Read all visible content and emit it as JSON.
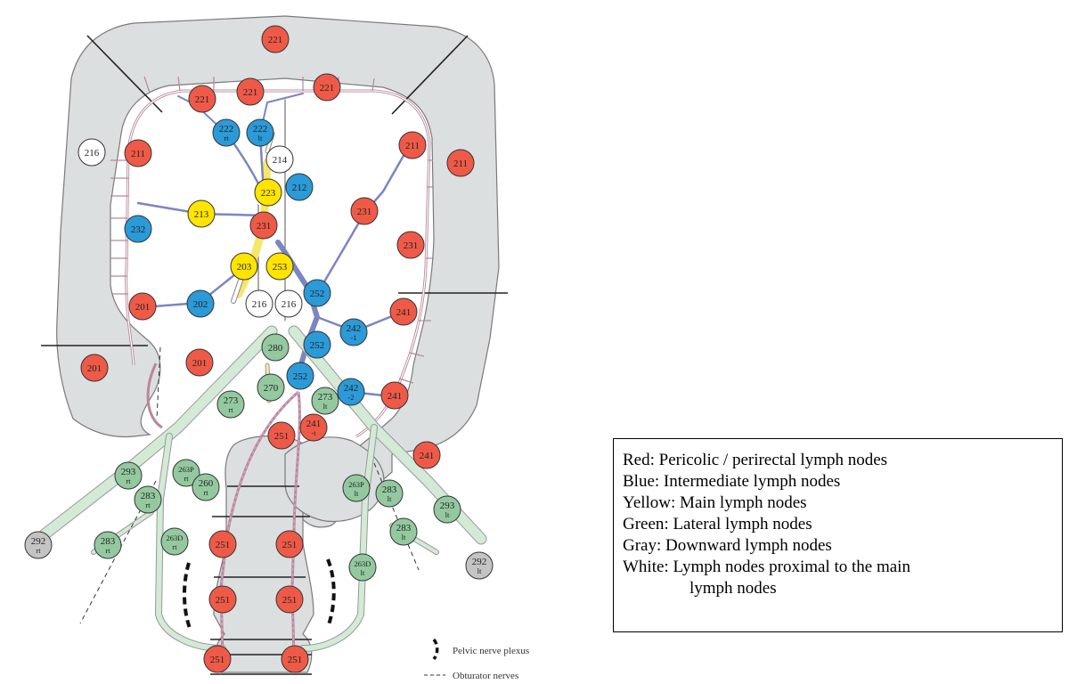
{
  "legend": {
    "items": [
      "Red: Pericolic / perirectal lymph nodes",
      "Blue: Intermediate lymph nodes",
      "Yellow: Main lymph nodes",
      "Green: Lateral lymph nodes",
      "Gray: Downward lymph nodes",
      "White: Lymph nodes proximal to the main"
    ],
    "continuation": "lymph nodes"
  },
  "key": {
    "pelvic_plexus": "Pelvic nerve plexus",
    "obturator": "Obturator nerves"
  },
  "colors": {
    "red": "#ef5a48",
    "blue": "#2b9ad8",
    "yellow": "#ffe400",
    "green": "#94c9a0",
    "gray": "#c4c4c4",
    "white": "#ffffff",
    "colon": "#dcdfe0",
    "vessel": "#7a86c0",
    "branch": "#b8879a",
    "lateral_vessel": "#d3ead6"
  },
  "nodes": [
    {
      "l1": "221",
      "c": "red"
    },
    {
      "l1": "221",
      "c": "red"
    },
    {
      "l1": "221",
      "c": "red"
    },
    {
      "l1": "221",
      "c": "red"
    },
    {
      "l1": "222",
      "l2": "rt",
      "c": "blue"
    },
    {
      "l1": "222",
      "l2": "lt",
      "c": "blue"
    },
    {
      "l1": "214",
      "c": "white"
    },
    {
      "l1": "216",
      "c": "white"
    },
    {
      "l1": "211",
      "c": "red"
    },
    {
      "l1": "211",
      "c": "red"
    },
    {
      "l1": "211",
      "c": "red"
    },
    {
      "l1": "223",
      "c": "yellow"
    },
    {
      "l1": "212",
      "c": "blue"
    },
    {
      "l1": "213",
      "c": "yellow"
    },
    {
      "l1": "231",
      "c": "red"
    },
    {
      "l1": "231",
      "c": "red"
    },
    {
      "l1": "232",
      "c": "blue"
    },
    {
      "l1": "231",
      "c": "red"
    },
    {
      "l1": "203",
      "c": "yellow"
    },
    {
      "l1": "253",
      "c": "yellow"
    },
    {
      "l1": "252",
      "c": "blue"
    },
    {
      "l1": "201",
      "c": "red"
    },
    {
      "l1": "202",
      "c": "blue"
    },
    {
      "l1": "216",
      "c": "white"
    },
    {
      "l1": "216",
      "c": "white"
    },
    {
      "l1": "242",
      "l2": "-1",
      "c": "blue"
    },
    {
      "l1": "241",
      "c": "red"
    },
    {
      "l1": "280",
      "c": "green"
    },
    {
      "l1": "252",
      "c": "blue"
    },
    {
      "l1": "201",
      "c": "red"
    },
    {
      "l1": "201",
      "c": "red"
    },
    {
      "l1": "252",
      "c": "blue"
    },
    {
      "l1": "270",
      "c": "green"
    },
    {
      "l1": "273",
      "l2": "lt",
      "c": "green"
    },
    {
      "l1": "242",
      "l2": "-2",
      "c": "blue"
    },
    {
      "l1": "241",
      "c": "red"
    },
    {
      "l1": "273",
      "l2": "rt",
      "c": "green"
    },
    {
      "l1": "241",
      "l2": "-t",
      "c": "red"
    },
    {
      "l1": "251",
      "c": "red"
    },
    {
      "l1": "241",
      "c": "red"
    },
    {
      "l1": "293",
      "l2": "rt",
      "c": "green"
    },
    {
      "l1": "263P",
      "l2": "rt",
      "c": "green"
    },
    {
      "l1": "260",
      "l2": "rt",
      "c": "green"
    },
    {
      "l1": "283",
      "l2": "rt",
      "c": "green"
    },
    {
      "l1": "263P",
      "l2": "lt",
      "c": "green"
    },
    {
      "l1": "283",
      "l2": "lt",
      "c": "green"
    },
    {
      "l1": "293",
      "l2": "lt",
      "c": "green"
    },
    {
      "l1": "292",
      "l2": "rt",
      "c": "gray"
    },
    {
      "l1": "283",
      "l2": "rt",
      "c": "green"
    },
    {
      "l1": "263D",
      "l2": "rt",
      "c": "green"
    },
    {
      "l1": "251",
      "c": "red"
    },
    {
      "l1": "251",
      "c": "red"
    },
    {
      "l1": "283",
      "l2": "lt",
      "c": "green"
    },
    {
      "l1": "292",
      "l2": "lt",
      "c": "gray"
    },
    {
      "l1": "263D",
      "l2": "lt",
      "c": "green"
    },
    {
      "l1": "251",
      "c": "red"
    },
    {
      "l1": "251",
      "c": "red"
    },
    {
      "l1": "251",
      "c": "red"
    },
    {
      "l1": "251",
      "c": "red"
    }
  ]
}
